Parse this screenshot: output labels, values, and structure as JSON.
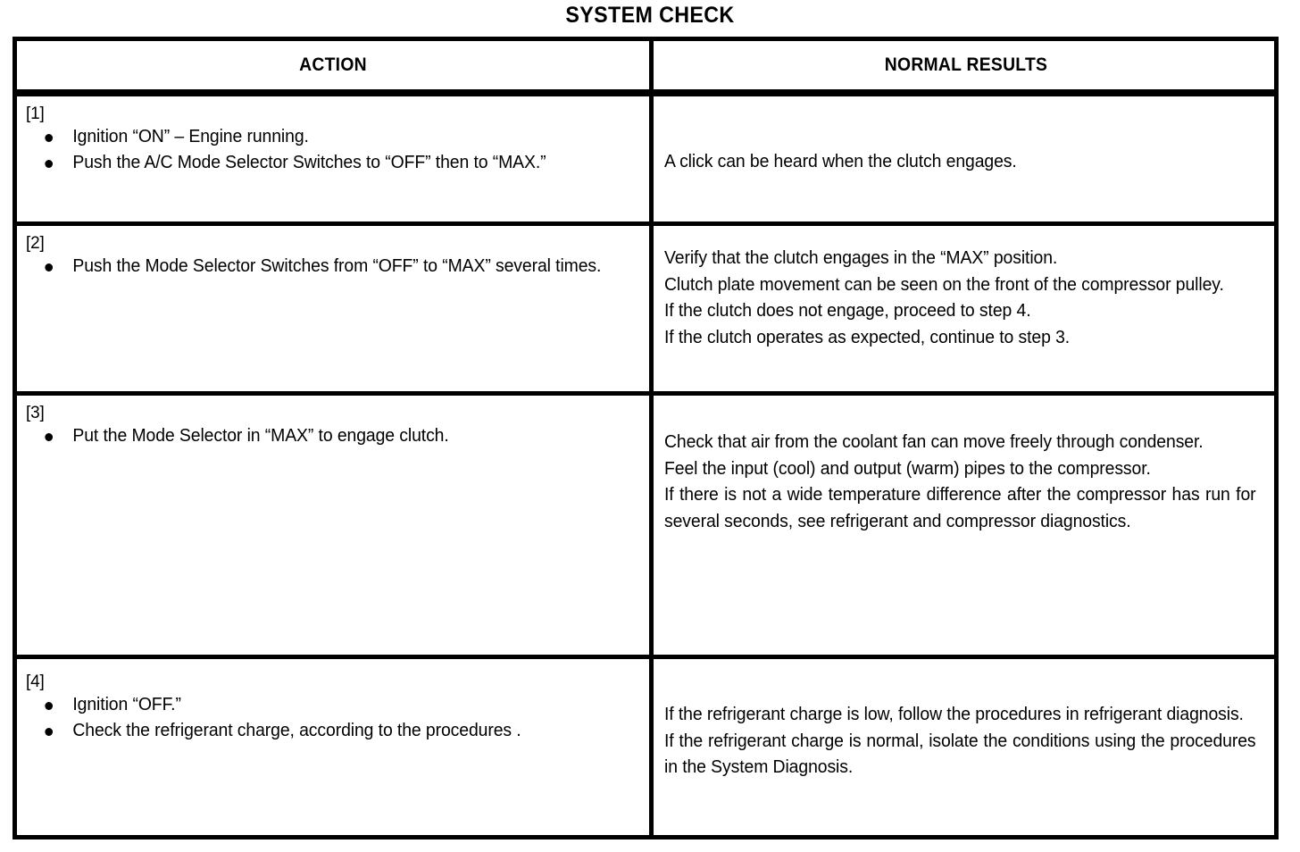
{
  "document": {
    "title": "SYSTEM CHECK"
  },
  "table": {
    "headers": {
      "action": "ACTION",
      "results": "NORMAL RESULTS"
    },
    "rows": [
      {
        "step": "[1]",
        "action_bullets": [
          "Ignition “ON” – Engine running.",
          "Push the A/C Mode Selector Switches to “OFF” then to “MAX.”"
        ],
        "results_lines": [
          "A click can be heard when the clutch engages."
        ]
      },
      {
        "step": "[2]",
        "action_bullets": [
          "Push the Mode Selector Switches from “OFF” to “MAX” several times."
        ],
        "results_lines": [
          "Verify that the clutch engages in the “MAX” position.",
          "Clutch plate movement can be seen on the front of the compressor pulley.",
          "If the clutch does not engage, proceed to step 4.",
          "If the clutch operates as expected, continue to step 3."
        ]
      },
      {
        "step": "[3]",
        "action_bullets": [
          "Put the Mode Selector in “MAX” to engage clutch."
        ],
        "results_lines": [
          "Check that air from the coolant fan can move freely through condenser.",
          "Feel the input (cool) and output (warm) pipes to the compressor.",
          "If there is not a wide temperature difference after the compressor has run for several seconds, see refrigerant and compressor diagnostics."
        ]
      },
      {
        "step": "[4]",
        "action_bullets": [
          "Ignition “OFF.”",
          "Check the refrigerant charge, according to the procedures ."
        ],
        "results_lines": [
          "If the refrigerant charge is low, follow the procedures in refrigerant diagnosis.",
          "If the refrigerant charge is normal, isolate the conditions using the procedures in the System Diagnosis."
        ]
      }
    ]
  },
  "colors": {
    "ink": "#000000",
    "paper": "#ffffff"
  }
}
